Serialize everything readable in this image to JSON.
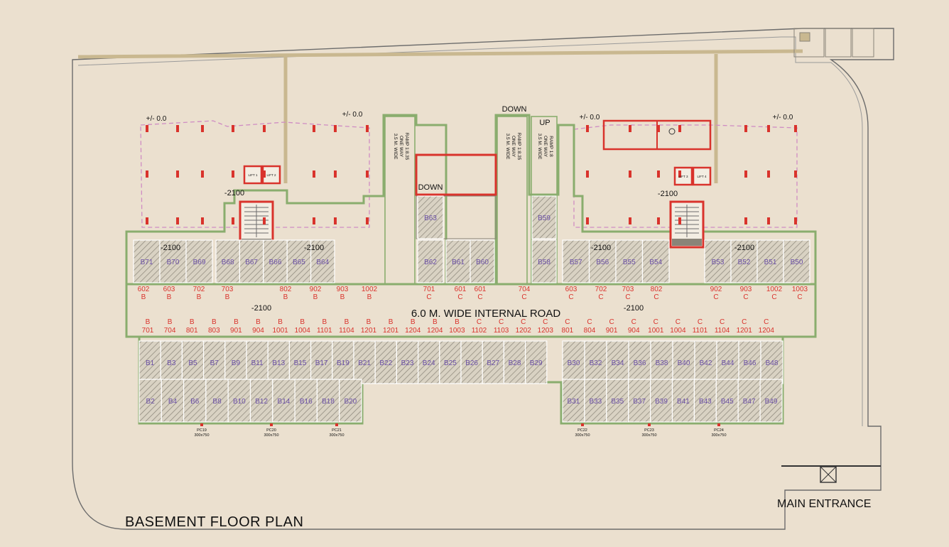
{
  "title": "BASEMENT  FLOOR PLAN",
  "main_entrance": "MAIN  ENTRANCE",
  "internal_road": "6.0 M. WIDE INTERNAL ROAD",
  "level_label": "+/- 0.0",
  "basement_level": "-2100",
  "ramp_labels": {
    "down": "DOWN",
    "up": "UP"
  },
  "ramps": [
    {
      "id": "left",
      "text": [
        "3.5 M. WIDE",
        "ONE WAY",
        "RAMP 1:8.35"
      ]
    },
    {
      "id": "middle",
      "text": [
        "3.5 M. WIDE",
        "ONE WAY",
        "RAMP 1:8.35"
      ]
    },
    {
      "id": "right",
      "text": [
        "3.5 M. WIDE",
        "ONE WAY",
        "RAMP 1:8"
      ]
    }
  ],
  "lifts": [
    "LIFT 1",
    "LIFT 2",
    "LIFT 3",
    "LIFT 4"
  ],
  "stall_rows": {
    "upper_left": [
      "B71",
      "B70",
      "B69",
      "B68",
      "B67",
      "B66",
      "B65",
      "B64"
    ],
    "ramp_core": [
      "B63",
      "B62",
      "B61",
      "B60"
    ],
    "upper_mid": [
      "B59",
      "B58"
    ],
    "upper_right": [
      "B57",
      "B56",
      "B55",
      "B54",
      "B53",
      "B52",
      "B51",
      "B50"
    ],
    "lower_top_left": [
      "B1",
      "B3",
      "B5",
      "B7",
      "B9",
      "B11",
      "B13",
      "B15",
      "B17",
      "B19",
      "B21",
      "B22",
      "B23",
      "B24",
      "B25",
      "B26",
      "B27",
      "B28",
      "B29"
    ],
    "lower_top_right": [
      "B30",
      "B32",
      "B34",
      "B36",
      "B38",
      "B40",
      "B42",
      "B44",
      "B46",
      "B48"
    ],
    "lower_bottom_left": [
      "B2",
      "B4",
      "B6",
      "B8",
      "B10",
      "B12",
      "B14",
      "B16",
      "B18",
      "B20"
    ],
    "lower_bottom_right": [
      "B31",
      "B33",
      "B35",
      "B37",
      "B39",
      "B41",
      "B43",
      "B45",
      "B47",
      "B49"
    ]
  },
  "flat_tags_upper": [
    {
      "n": "602",
      "w": "B"
    },
    {
      "n": "603",
      "w": "B"
    },
    {
      "n": "702",
      "w": "B"
    },
    {
      "n": "703",
      "w": "B"
    },
    {
      "n": "802",
      "w": "B"
    },
    {
      "n": "902",
      "w": "B"
    },
    {
      "n": "903",
      "w": "B"
    },
    {
      "n": "1002",
      "w": "B"
    },
    {
      "n": "701",
      "w": "C"
    },
    {
      "n": "601",
      "w": "C"
    },
    {
      "n": "601",
      "w": "C"
    },
    {
      "n": "704",
      "w": "C"
    },
    {
      "n": "603",
      "w": "C"
    },
    {
      "n": "702",
      "w": "C"
    },
    {
      "n": "703",
      "w": "C"
    },
    {
      "n": "802",
      "w": "C"
    },
    {
      "n": "902",
      "w": "C"
    },
    {
      "n": "903",
      "w": "C"
    },
    {
      "n": "1002",
      "w": "C"
    },
    {
      "n": "1003",
      "w": "C"
    }
  ],
  "flat_tags_lower": [
    {
      "w": "B",
      "n": "701"
    },
    {
      "w": "B",
      "n": "704"
    },
    {
      "w": "B",
      "n": "801"
    },
    {
      "w": "B",
      "n": "803"
    },
    {
      "w": "B",
      "n": "901"
    },
    {
      "w": "B",
      "n": "904"
    },
    {
      "w": "B",
      "n": "1001"
    },
    {
      "w": "B",
      "n": "1004"
    },
    {
      "w": "B",
      "n": "1101"
    },
    {
      "w": "B",
      "n": "1104"
    },
    {
      "w": "B",
      "n": "1201"
    },
    {
      "w": "B",
      "n": "1201"
    },
    {
      "w": "B",
      "n": "1204"
    },
    {
      "w": "B",
      "n": "1204"
    },
    {
      "w": "B",
      "n": "1003"
    },
    {
      "w": "C",
      "n": "1102"
    },
    {
      "w": "C",
      "n": "1103"
    },
    {
      "w": "C",
      "n": "1202"
    },
    {
      "w": "C",
      "n": "1203"
    },
    {
      "w": "C",
      "n": "801"
    },
    {
      "w": "C",
      "n": "804"
    },
    {
      "w": "C",
      "n": "901"
    },
    {
      "w": "C",
      "n": "904"
    },
    {
      "w": "C",
      "n": "1001"
    },
    {
      "w": "C",
      "n": "1004"
    },
    {
      "w": "C",
      "n": "1101"
    },
    {
      "w": "C",
      "n": "1104"
    },
    {
      "w": "C",
      "n": "1201"
    },
    {
      "w": "C",
      "n": "1204"
    }
  ],
  "columns_bottom": [
    {
      "id": "PC19",
      "size": "300x750"
    },
    {
      "id": "PC20",
      "size": "300x750"
    },
    {
      "id": "PC21",
      "size": "300x750"
    },
    {
      "id": "PC22",
      "size": "300x750"
    },
    {
      "id": "PC23",
      "size": "300x750"
    },
    {
      "id": "PC24",
      "size": "300x750"
    }
  ],
  "colors": {
    "background": "#ebe0cf",
    "wall_green": "#8aad6e",
    "column_red": "#d9332c",
    "stall_label": "#6a4fa6",
    "flat_tag": "#d9332c",
    "hatch": "#8a8478",
    "outline": "#6c6c6c",
    "ground_floor": "#cf8cc3"
  }
}
